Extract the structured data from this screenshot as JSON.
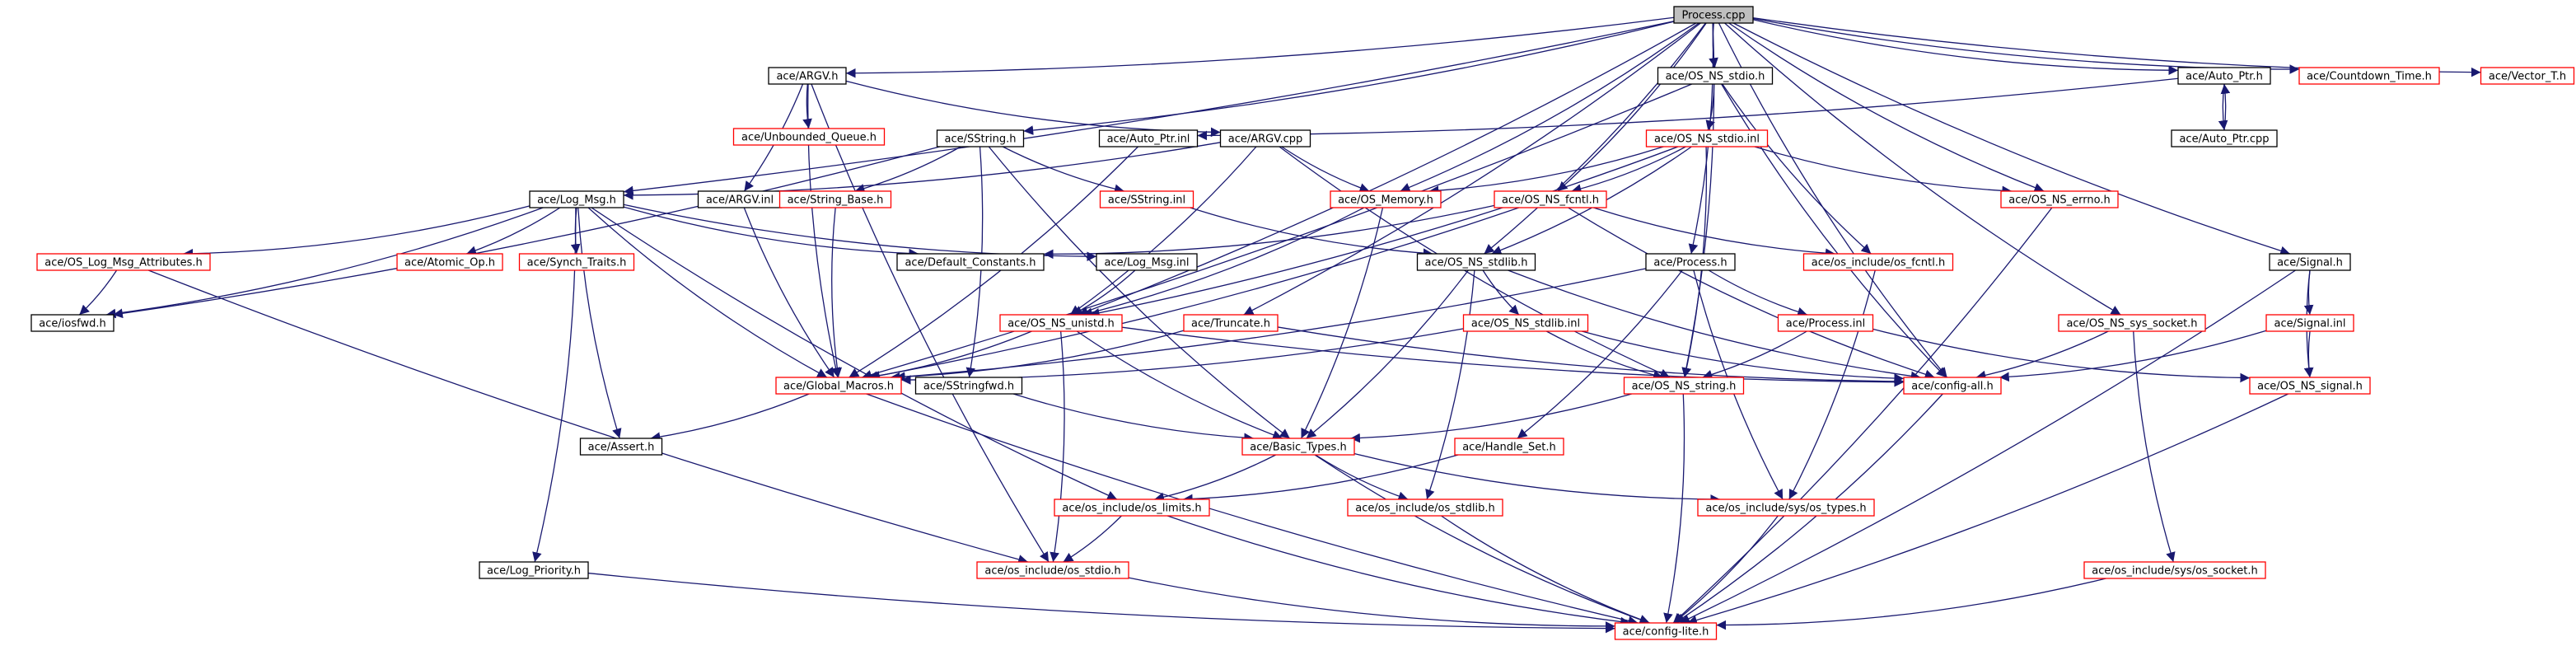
{
  "diagram": {
    "colors": {
      "edge": "#191970",
      "documented_border": "#000000",
      "undocumented_border": "#ff0000",
      "root_fill": "#bfbfbf"
    },
    "nodes": [
      {
        "id": "process_cpp",
        "label": "Process.cpp",
        "kind": "root"
      },
      {
        "id": "argv_h",
        "label": "ace/ARGV.h",
        "kind": "black"
      },
      {
        "id": "os_ns_stdio_h",
        "label": "ace/OS_NS_stdio.h",
        "kind": "black"
      },
      {
        "id": "auto_ptr_h",
        "label": "ace/Auto_Ptr.h",
        "kind": "black"
      },
      {
        "id": "countdown_time_h",
        "label": "ace/Countdown_Time.h",
        "kind": "red"
      },
      {
        "id": "vector_t_h",
        "label": "ace/Vector_T.h",
        "kind": "red"
      },
      {
        "id": "unbounded_queue_h",
        "label": "ace/Unbounded_Queue.h",
        "kind": "red"
      },
      {
        "id": "sstring_h",
        "label": "ace/SString.h",
        "kind": "black"
      },
      {
        "id": "auto_ptr_inl",
        "label": "ace/Auto_Ptr.inl",
        "kind": "black"
      },
      {
        "id": "argv_cpp",
        "label": "ace/ARGV.cpp",
        "kind": "black"
      },
      {
        "id": "os_ns_stdio_inl",
        "label": "ace/OS_NS_stdio.inl",
        "kind": "red"
      },
      {
        "id": "auto_ptr_cpp",
        "label": "ace/Auto_Ptr.cpp",
        "kind": "black"
      },
      {
        "id": "log_msg_h",
        "label": "ace/Log_Msg.h",
        "kind": "black"
      },
      {
        "id": "argv_inl",
        "label": "ace/ARGV.inl",
        "kind": "black"
      },
      {
        "id": "string_base_h",
        "label": "ace/String_Base.h",
        "kind": "red"
      },
      {
        "id": "sstring_inl",
        "label": "ace/SString.inl",
        "kind": "red"
      },
      {
        "id": "os_memory_h",
        "label": "ace/OS_Memory.h",
        "kind": "red"
      },
      {
        "id": "os_ns_fcntl_h",
        "label": "ace/OS_NS_fcntl.h",
        "kind": "red"
      },
      {
        "id": "os_ns_errno_h",
        "label": "ace/OS_NS_errno.h",
        "kind": "red"
      },
      {
        "id": "signal_h",
        "label": "ace/Signal.h",
        "kind": "black"
      },
      {
        "id": "os_log_msg_attributes_h",
        "label": "ace/OS_Log_Msg_Attributes.h",
        "kind": "red"
      },
      {
        "id": "atomic_op_h",
        "label": "ace/Atomic_Op.h",
        "kind": "red"
      },
      {
        "id": "synch_traits_h",
        "label": "ace/Synch_Traits.h",
        "kind": "red"
      },
      {
        "id": "default_constants_h",
        "label": "ace/Default_Constants.h",
        "kind": "black"
      },
      {
        "id": "log_msg_inl",
        "label": "ace/Log_Msg.inl",
        "kind": "black"
      },
      {
        "id": "os_ns_stdlib_h",
        "label": "ace/OS_NS_stdlib.h",
        "kind": "black"
      },
      {
        "id": "process_h",
        "label": "ace/Process.h",
        "kind": "black"
      },
      {
        "id": "os_include_os_fcntl_h",
        "label": "ace/os_include/os_fcntl.h",
        "kind": "red"
      },
      {
        "id": "iosfwd_h",
        "label": "ace/iosfwd.h",
        "kind": "black"
      },
      {
        "id": "os_ns_unistd_h",
        "label": "ace/OS_NS_unistd.h",
        "kind": "red"
      },
      {
        "id": "truncate_h",
        "label": "ace/Truncate.h",
        "kind": "red"
      },
      {
        "id": "os_ns_stdlib_inl",
        "label": "ace/OS_NS_stdlib.inl",
        "kind": "red"
      },
      {
        "id": "process_inl",
        "label": "ace/Process.inl",
        "kind": "red"
      },
      {
        "id": "os_ns_sys_socket_h",
        "label": "ace/OS_NS_sys_socket.h",
        "kind": "red"
      },
      {
        "id": "signal_inl",
        "label": "ace/Signal.inl",
        "kind": "red"
      },
      {
        "id": "global_macros_h",
        "label": "ace/Global_Macros.h",
        "kind": "red"
      },
      {
        "id": "sstringfwd_h",
        "label": "ace/SStringfwd.h",
        "kind": "black"
      },
      {
        "id": "os_ns_string_h",
        "label": "ace/OS_NS_string.h",
        "kind": "red"
      },
      {
        "id": "config_all_h",
        "label": "ace/config-all.h",
        "kind": "red"
      },
      {
        "id": "os_ns_signal_h",
        "label": "ace/OS_NS_signal.h",
        "kind": "red"
      },
      {
        "id": "assert_h",
        "label": "ace/Assert.h",
        "kind": "black"
      },
      {
        "id": "basic_types_h",
        "label": "ace/Basic_Types.h",
        "kind": "red"
      },
      {
        "id": "handle_set_h",
        "label": "ace/Handle_Set.h",
        "kind": "red"
      },
      {
        "id": "os_include_os_limits_h",
        "label": "ace/os_include/os_limits.h",
        "kind": "red"
      },
      {
        "id": "os_include_os_stdlib_h",
        "label": "ace/os_include/os_stdlib.h",
        "kind": "red"
      },
      {
        "id": "os_include_sys_os_types_h",
        "label": "ace/os_include/sys/os_types.h",
        "kind": "red"
      },
      {
        "id": "log_priority_h",
        "label": "ace/Log_Priority.h",
        "kind": "black"
      },
      {
        "id": "os_include_os_stdio_h",
        "label": "ace/os_include/os_stdio.h",
        "kind": "red"
      },
      {
        "id": "os_include_sys_os_socket_h",
        "label": "ace/os_include/sys/os_socket.h",
        "kind": "red"
      },
      {
        "id": "config_lite_h",
        "label": "ace/config-lite.h",
        "kind": "red"
      }
    ],
    "edges": [
      [
        "process_cpp",
        "argv_h"
      ],
      [
        "process_cpp",
        "os_ns_stdio_h"
      ],
      [
        "process_cpp",
        "auto_ptr_h"
      ],
      [
        "process_cpp",
        "countdown_time_h"
      ],
      [
        "process_cpp",
        "vector_t_h"
      ],
      [
        "process_cpp",
        "log_msg_h"
      ],
      [
        "process_cpp",
        "sstring_h"
      ],
      [
        "process_cpp",
        "os_memory_h"
      ],
      [
        "process_cpp",
        "os_ns_fcntl_h"
      ],
      [
        "process_cpp",
        "os_ns_errno_h"
      ],
      [
        "process_cpp",
        "signal_h"
      ],
      [
        "process_cpp",
        "os_ns_stdlib_h"
      ],
      [
        "process_cpp",
        "process_h"
      ],
      [
        "process_cpp",
        "os_ns_unistd_h"
      ],
      [
        "process_cpp",
        "truncate_h"
      ],
      [
        "process_cpp",
        "os_ns_sys_socket_h"
      ],
      [
        "process_cpp",
        "os_ns_string_h"
      ],
      [
        "process_cpp",
        "config_all_h"
      ],
      [
        "argv_h",
        "unbounded_queue_h"
      ],
      [
        "argv_h",
        "argv_inl"
      ],
      [
        "argv_h",
        "argv_cpp"
      ],
      [
        "argv_h",
        "global_macros_h"
      ],
      [
        "argv_h",
        "os_include_os_stdio_h"
      ],
      [
        "os_ns_stdio_h",
        "os_ns_stdio_inl"
      ],
      [
        "os_ns_stdio_h",
        "os_include_os_fcntl_h"
      ],
      [
        "os_ns_stdio_h",
        "config_all_h"
      ],
      [
        "os_ns_stdio_h",
        "global_macros_h"
      ],
      [
        "auto_ptr_h",
        "auto_ptr_inl"
      ],
      [
        "auto_ptr_h",
        "auto_ptr_cpp"
      ],
      [
        "auto_ptr_cpp",
        "auto_ptr_h"
      ],
      [
        "auto_ptr_inl",
        "global_macros_h"
      ],
      [
        "sstring_h",
        "string_base_h"
      ],
      [
        "sstring_h",
        "sstring_inl"
      ],
      [
        "sstring_h",
        "sstringfwd_h"
      ],
      [
        "sstring_h",
        "iosfwd_h"
      ],
      [
        "sstring_h",
        "basic_types_h"
      ],
      [
        "argv_cpp",
        "log_msg_h"
      ],
      [
        "argv_cpp",
        "os_memory_h"
      ],
      [
        "argv_cpp",
        "os_ns_unistd_h"
      ],
      [
        "argv_cpp",
        "os_ns_string_h"
      ],
      [
        "os_ns_stdio_inl",
        "os_memory_h"
      ],
      [
        "os_ns_stdio_inl",
        "os_ns_fcntl_h"
      ],
      [
        "os_ns_stdio_inl",
        "os_ns_errno_h"
      ],
      [
        "os_ns_stdio_inl",
        "os_ns_stdlib_h"
      ],
      [
        "os_ns_stdio_inl",
        "os_ns_unistd_h"
      ],
      [
        "os_ns_stdio_inl",
        "os_ns_string_h"
      ],
      [
        "log_msg_h",
        "os_log_msg_attributes_h"
      ],
      [
        "log_msg_h",
        "atomic_op_h"
      ],
      [
        "log_msg_h",
        "synch_traits_h"
      ],
      [
        "log_msg_h",
        "default_constants_h"
      ],
      [
        "log_msg_h",
        "log_msg_inl"
      ],
      [
        "log_msg_h",
        "global_macros_h"
      ],
      [
        "log_msg_h",
        "assert_h"
      ],
      [
        "log_msg_h",
        "log_priority_h"
      ],
      [
        "log_msg_h",
        "os_include_os_limits_h"
      ],
      [
        "log_msg_h",
        "iosfwd_h"
      ],
      [
        "argv_inl",
        "global_macros_h"
      ],
      [
        "string_base_h",
        "global_macros_h"
      ],
      [
        "sstring_inl",
        "os_ns_stdlib_h"
      ],
      [
        "os_memory_h",
        "basic_types_h"
      ],
      [
        "os_memory_h",
        "os_ns_unistd_h"
      ],
      [
        "os_ns_fcntl_h",
        "os_include_os_fcntl_h"
      ],
      [
        "os_ns_fcntl_h",
        "default_constants_h"
      ],
      [
        "os_ns_fcntl_h",
        "global_macros_h"
      ],
      [
        "os_ns_fcntl_h",
        "config_all_h"
      ],
      [
        "os_ns_errno_h",
        "config_lite_h"
      ],
      [
        "signal_h",
        "signal_inl"
      ],
      [
        "signal_h",
        "os_ns_signal_h"
      ],
      [
        "signal_h",
        "config_lite_h"
      ],
      [
        "os_log_msg_attributes_h",
        "iosfwd_h"
      ],
      [
        "os_log_msg_attributes_h",
        "os_include_os_stdio_h"
      ],
      [
        "log_msg_inl",
        "os_ns_unistd_h"
      ],
      [
        "os_ns_stdlib_h",
        "os_ns_stdlib_inl"
      ],
      [
        "os_ns_stdlib_h",
        "basic_types_h"
      ],
      [
        "os_ns_stdlib_h",
        "os_include_os_stdlib_h"
      ],
      [
        "os_ns_stdlib_h",
        "config_all_h"
      ],
      [
        "process_h",
        "process_inl"
      ],
      [
        "process_h",
        "handle_set_h"
      ],
      [
        "process_h",
        "global_macros_h"
      ],
      [
        "process_h",
        "os_include_sys_os_types_h"
      ],
      [
        "os_include_os_fcntl_h",
        "os_include_sys_os_types_h"
      ],
      [
        "os_ns_unistd_h",
        "global_macros_h"
      ],
      [
        "os_ns_unistd_h",
        "basic_types_h"
      ],
      [
        "os_ns_unistd_h",
        "os_include_os_stdio_h"
      ],
      [
        "os_ns_unistd_h",
        "config_all_h"
      ],
      [
        "truncate_h",
        "global_macros_h"
      ],
      [
        "truncate_h",
        "config_all_h"
      ],
      [
        "os_ns_stdlib_inl",
        "os_ns_string_h"
      ],
      [
        "os_ns_stdlib_inl",
        "config_all_h"
      ],
      [
        "os_ns_stdlib_inl",
        "global_macros_h"
      ],
      [
        "process_inl",
        "os_ns_string_h"
      ],
      [
        "process_inl",
        "os_ns_signal_h"
      ],
      [
        "os_ns_sys_socket_h",
        "config_all_h"
      ],
      [
        "os_ns_sys_socket_h",
        "os_include_sys_os_socket_h"
      ],
      [
        "signal_inl",
        "config_all_h"
      ],
      [
        "signal_inl",
        "os_ns_signal_h"
      ],
      [
        "global_macros_h",
        "assert_h"
      ],
      [
        "global_macros_h",
        "config_lite_h"
      ],
      [
        "sstringfwd_h",
        "basic_types_h"
      ],
      [
        "os_ns_string_h",
        "basic_types_h"
      ],
      [
        "os_ns_string_h",
        "config_lite_h"
      ],
      [
        "config_all_h",
        "config_lite_h"
      ],
      [
        "os_ns_signal_h",
        "config_lite_h"
      ],
      [
        "basic_types_h",
        "os_include_os_limits_h"
      ],
      [
        "basic_types_h",
        "os_include_os_stdlib_h"
      ],
      [
        "basic_types_h",
        "os_include_sys_os_types_h"
      ],
      [
        "basic_types_h",
        "config_lite_h"
      ],
      [
        "handle_set_h",
        "os_include_os_limits_h"
      ],
      [
        "os_include_os_limits_h",
        "os_include_os_stdio_h"
      ],
      [
        "os_include_os_limits_h",
        "config_lite_h"
      ],
      [
        "os_include_os_stdlib_h",
        "config_lite_h"
      ],
      [
        "os_include_sys_os_types_h",
        "config_lite_h"
      ],
      [
        "log_priority_h",
        "config_lite_h"
      ],
      [
        "os_include_os_stdio_h",
        "config_lite_h"
      ],
      [
        "os_include_sys_os_socket_h",
        "config_lite_h"
      ]
    ]
  }
}
